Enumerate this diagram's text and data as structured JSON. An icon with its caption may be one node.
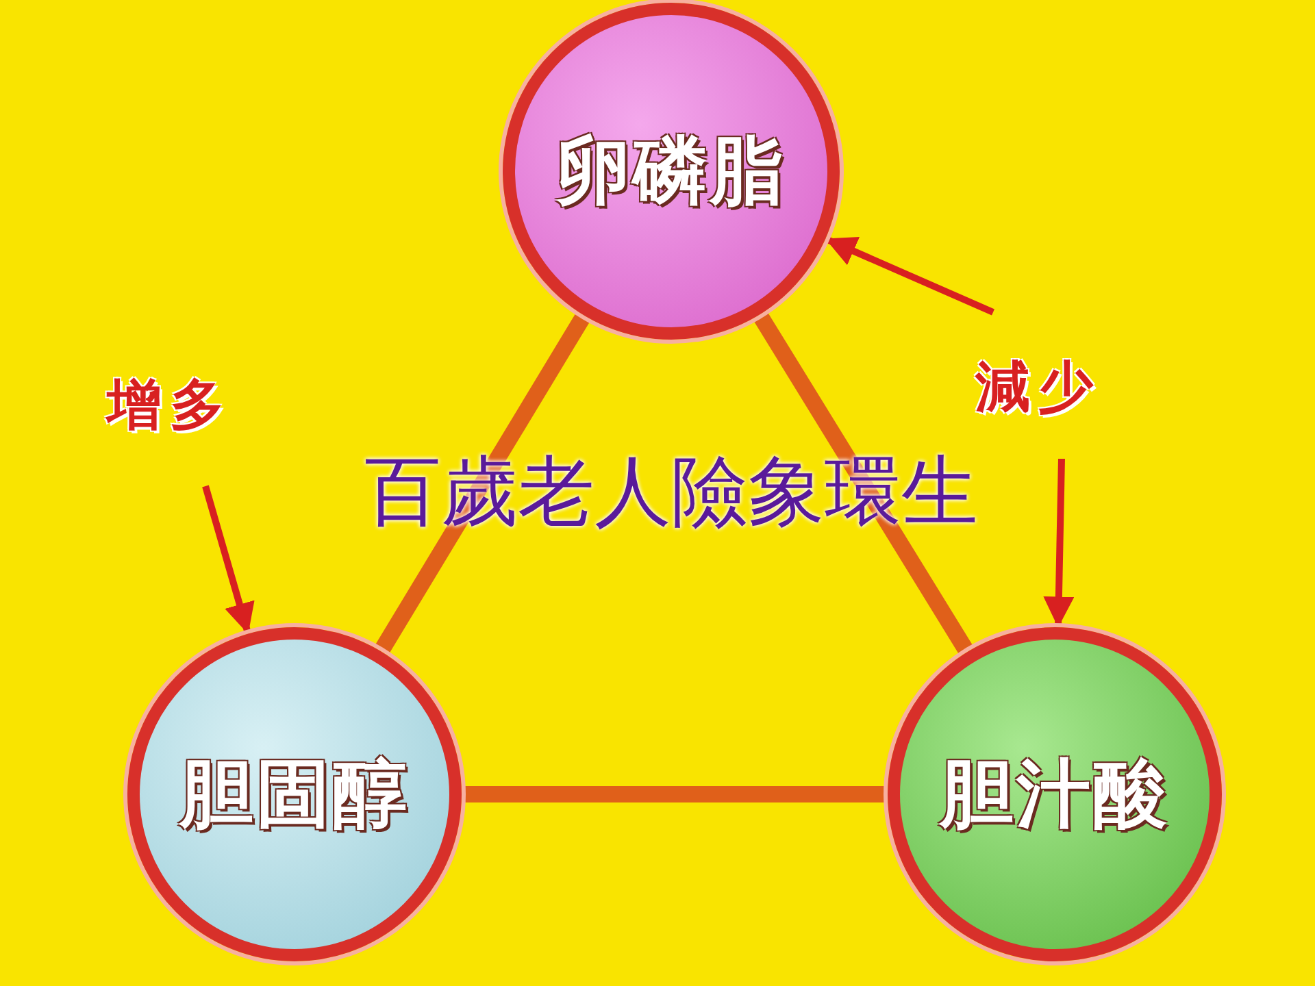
{
  "diagram": {
    "title": "百歲老人險象環生",
    "nodes": [
      {
        "text": [
          "卵磷脂"
        ]
      },
      {
        "text": [
          "胆固醇"
        ]
      },
      {
        "text": [
          "胆汁酸"
        ]
      },
      {
        "text": [
          "增多"
        ]
      },
      {
        "text": [
          "減少"
        ]
      }
    ],
    "edges": [
      {
        "from": 0,
        "to": 1,
        "arrow": "none",
        "style": "thick",
        "color": "#e0601a"
      },
      {
        "from": 0,
        "to": 2,
        "arrow": "none",
        "style": "thick",
        "color": "#e0601a"
      },
      {
        "from": 1,
        "to": 2,
        "arrow": "none",
        "style": "thick",
        "color": "#e0601a"
      },
      {
        "from": 3,
        "to": 1,
        "arrow": "to"
      },
      {
        "from": 4,
        "to": 0,
        "arrow": "to"
      },
      {
        "from": 4,
        "to": 2,
        "arrow": "to"
      }
    ]
  }
}
